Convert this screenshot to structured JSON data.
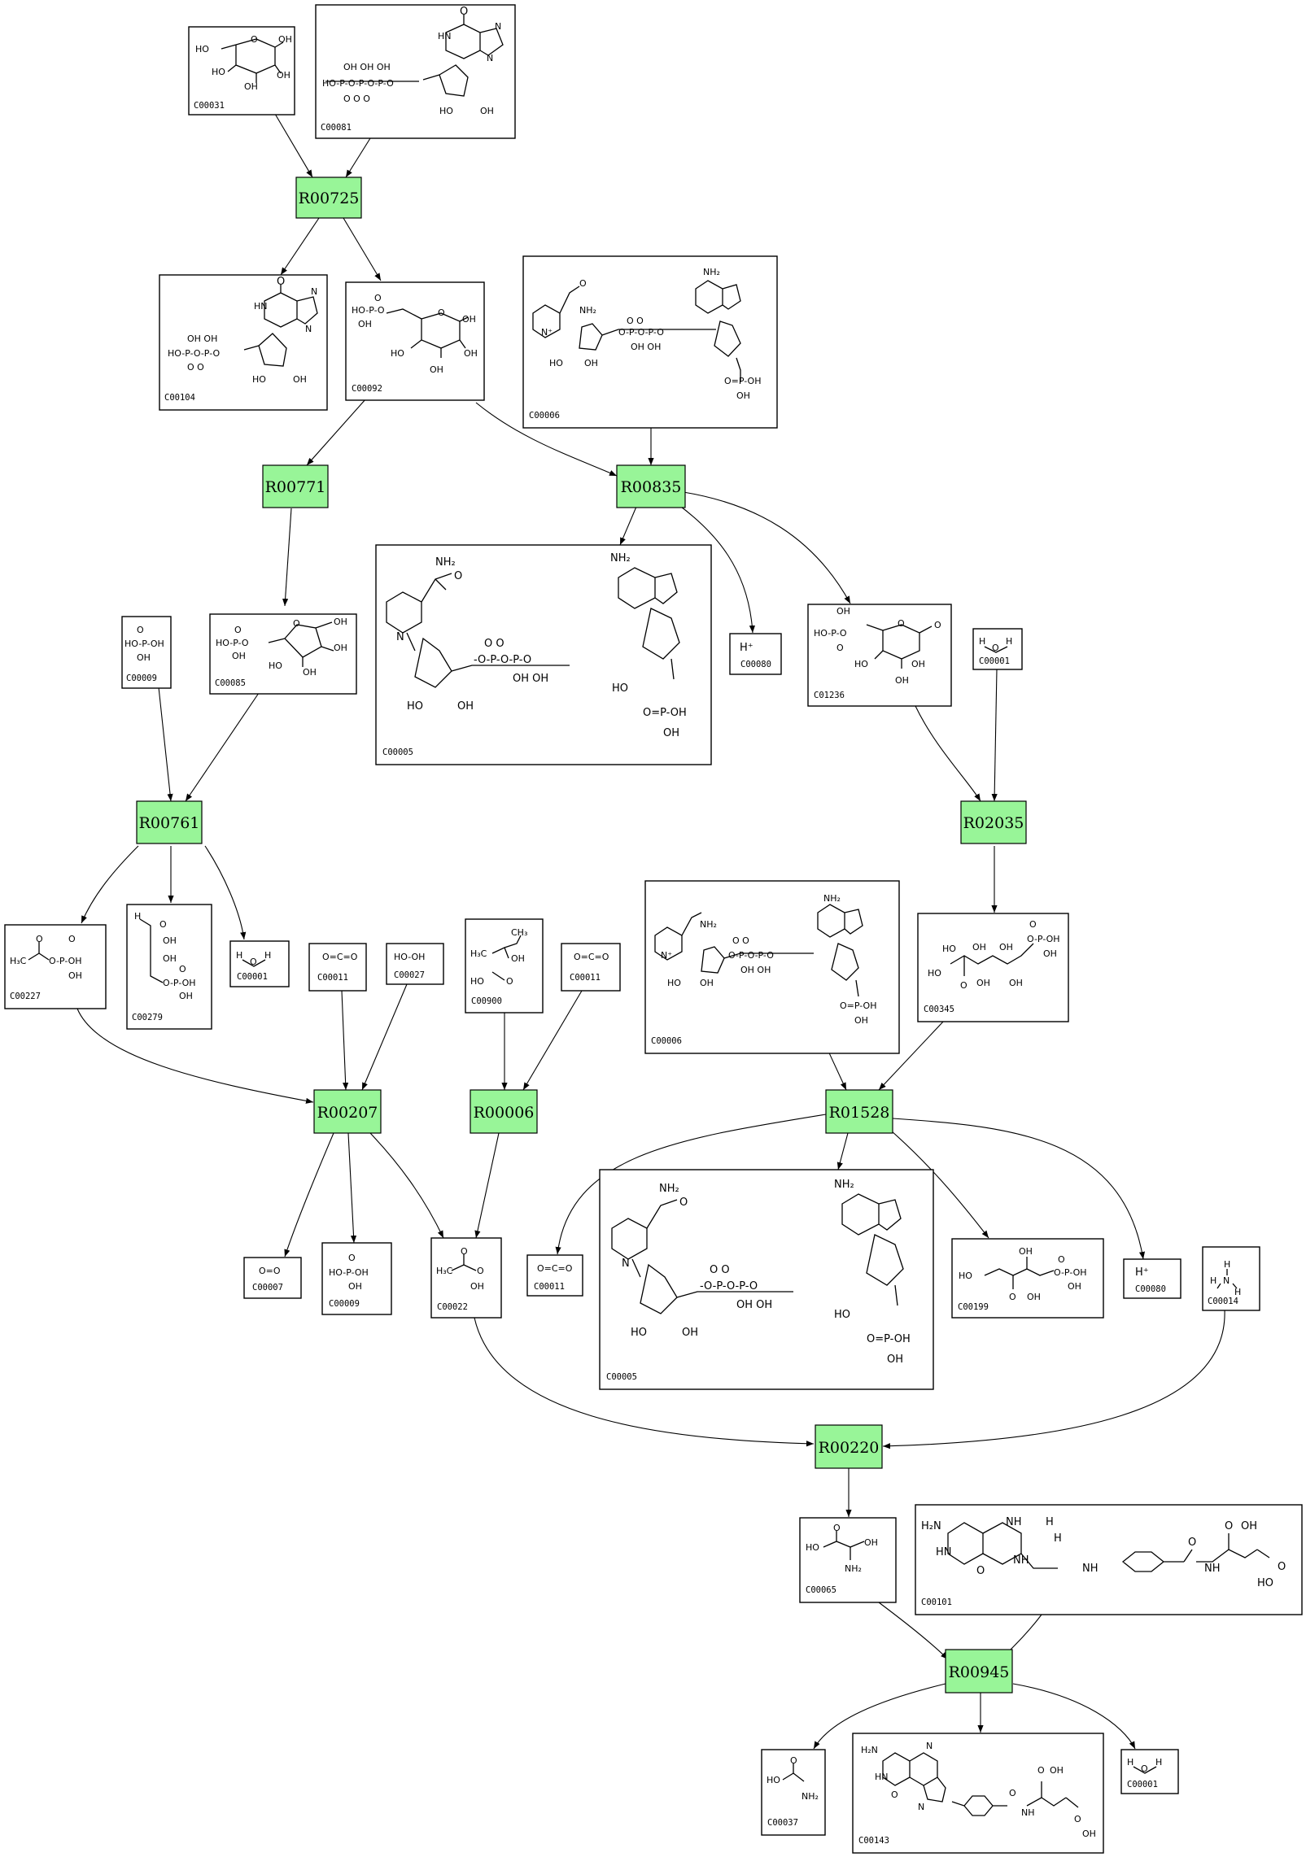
{
  "reactions": [
    {
      "id": "R00725",
      "label": "R00725"
    },
    {
      "id": "R00771",
      "label": "R00771"
    },
    {
      "id": "R00835",
      "label": "R00835"
    },
    {
      "id": "R00761",
      "label": "R00761"
    },
    {
      "id": "R02035",
      "label": "R02035"
    },
    {
      "id": "R00207",
      "label": "R00207"
    },
    {
      "id": "R00006",
      "label": "R00006"
    },
    {
      "id": "R01528",
      "label": "R01528"
    },
    {
      "id": "R00220",
      "label": "R00220"
    },
    {
      "id": "R00945",
      "label": "R00945"
    }
  ],
  "compounds": [
    {
      "key": "c00031",
      "label": "C00031"
    },
    {
      "key": "c00081",
      "label": "C00081"
    },
    {
      "key": "c00104",
      "label": "C00104"
    },
    {
      "key": "c00092",
      "label": "C00092"
    },
    {
      "key": "c00006a",
      "label": "C00006"
    },
    {
      "key": "c00005a",
      "label": "C00005"
    },
    {
      "key": "c00080a",
      "label": "C00080"
    },
    {
      "key": "c01236",
      "label": "C01236"
    },
    {
      "key": "c00001a",
      "label": "C00001"
    },
    {
      "key": "c00009a",
      "label": "C00009"
    },
    {
      "key": "c00085",
      "label": "C00085"
    },
    {
      "key": "c00227",
      "label": "C00227"
    },
    {
      "key": "c00279",
      "label": "C00279"
    },
    {
      "key": "c00001b",
      "label": "C00001"
    },
    {
      "key": "c00011a",
      "label": "C00011"
    },
    {
      "key": "c00027",
      "label": "C00027"
    },
    {
      "key": "c00900",
      "label": "C00900"
    },
    {
      "key": "c00011b",
      "label": "C00011"
    },
    {
      "key": "c00006b",
      "label": "C00006"
    },
    {
      "key": "c00345",
      "label": "C00345"
    },
    {
      "key": "c00007",
      "label": "C00007"
    },
    {
      "key": "c00009b",
      "label": "C00009"
    },
    {
      "key": "c00022",
      "label": "C00022"
    },
    {
      "key": "c00011c",
      "label": "C00011"
    },
    {
      "key": "c00005b",
      "label": "C00005"
    },
    {
      "key": "c00199",
      "label": "C00199"
    },
    {
      "key": "c00080b",
      "label": "C00080"
    },
    {
      "key": "c00014",
      "label": "C00014"
    },
    {
      "key": "c00065",
      "label": "C00065"
    },
    {
      "key": "c00101",
      "label": "C00101"
    },
    {
      "key": "c00037",
      "label": "C00037"
    },
    {
      "key": "c00143",
      "label": "C00143"
    },
    {
      "key": "c00001c",
      "label": "C00001"
    }
  ],
  "colors": {
    "reaction_fill": "#98f598",
    "stroke": "#000000"
  }
}
